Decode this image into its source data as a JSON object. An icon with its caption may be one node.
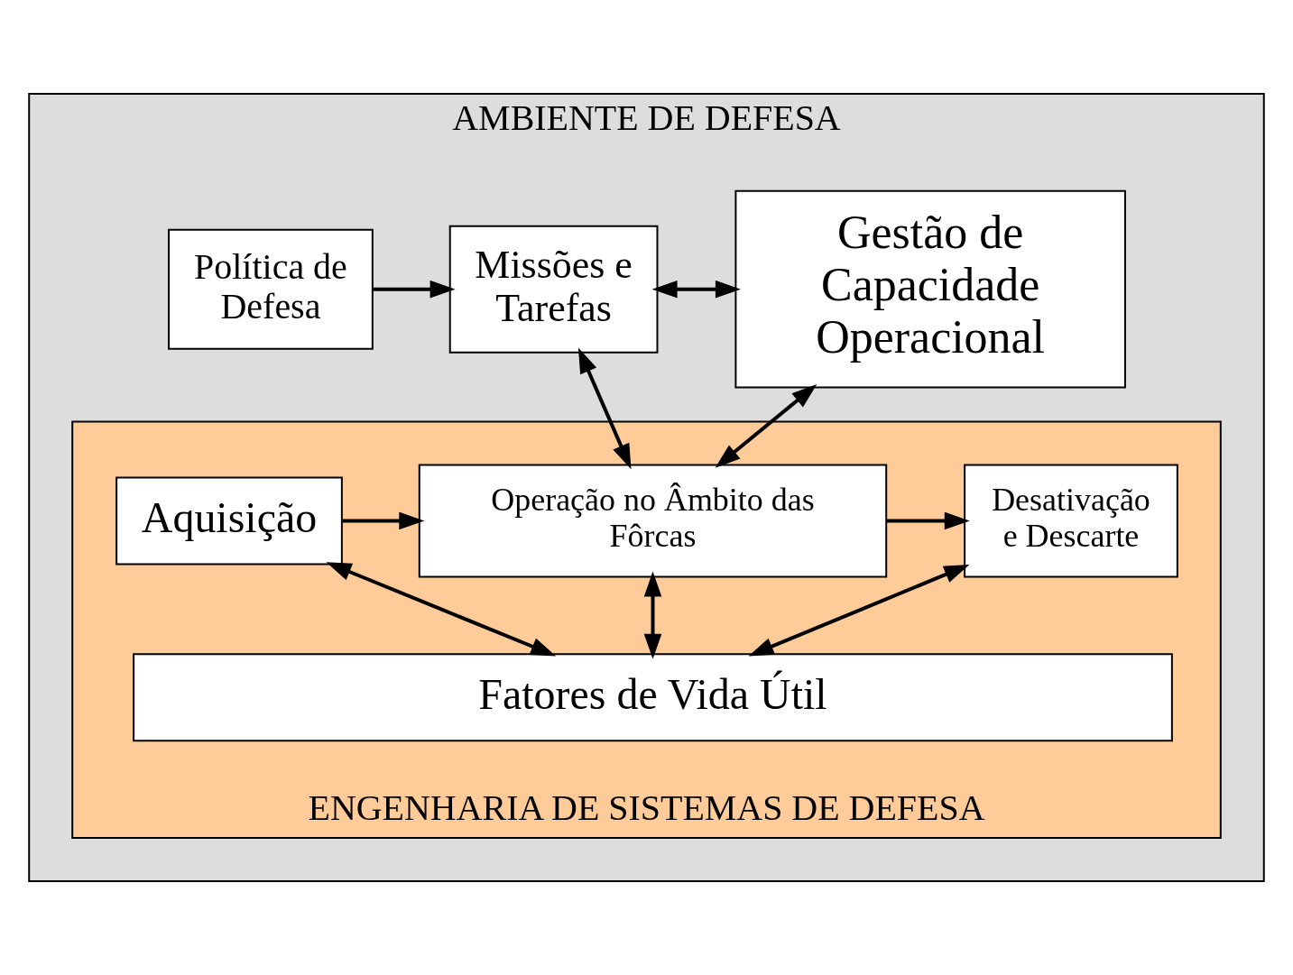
{
  "diagram": {
    "nodes": [
      {
        "text": [
          "AMBIENTE DE DEFESA"
        ]
      },
      {
        "text": [
          "Política de Defesa"
        ],
        "in": 0
      },
      {
        "text": [
          "Missões e Tarefas"
        ],
        "in": 0
      },
      {
        "text": [
          "Gestão de Capacidade Operacional"
        ],
        "in": 0
      },
      {
        "text": [
          "ENGENHARIA DE SISTEMAS DE DEFESA"
        ],
        "in": 0
      },
      {
        "text": [
          "Aquisição"
        ],
        "in": 4
      },
      {
        "text": [
          "Operação no Âmbito das Fôrcas"
        ],
        "in": 4
      },
      {
        "text": [
          "Desativação e Descarte"
        ],
        "in": 4
      },
      {
        "text": [
          "Fatores de Vida Útil"
        ],
        "in": 4
      }
    ],
    "edges": [
      {
        "from": 1,
        "to": 2,
        "arrow": "to"
      },
      {
        "from": 2,
        "to": 3,
        "arrow": "both"
      },
      {
        "from": 2,
        "to": 6,
        "arrow": "both"
      },
      {
        "from": 3,
        "to": 6,
        "arrow": "both"
      },
      {
        "from": 5,
        "to": 6,
        "arrow": "to"
      },
      {
        "from": 6,
        "to": 7,
        "arrow": "to"
      },
      {
        "from": 5,
        "to": 8,
        "arrow": "both"
      },
      {
        "from": 6,
        "to": 8,
        "arrow": "both"
      },
      {
        "from": 7,
        "to": 8,
        "arrow": "both"
      }
    ]
  }
}
